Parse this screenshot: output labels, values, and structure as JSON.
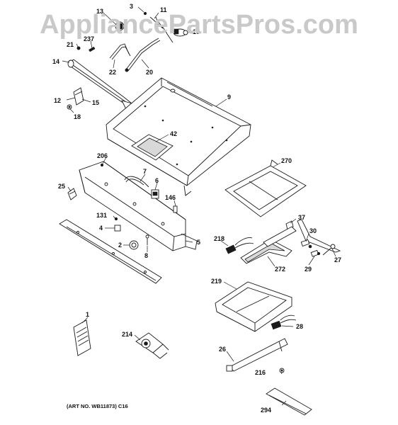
{
  "watermark": "AppliancePartsPros.com",
  "art_number": "(ART NO. WB11873) C16",
  "callouts": {
    "c3": "3",
    "c13": "13",
    "c11": "11",
    "c10": "10",
    "c21": "21",
    "c237": "237",
    "c14": "14",
    "c22": "22",
    "c20": "20",
    "c9": "9",
    "c12": "12",
    "c15": "15",
    "c18": "18",
    "c42": "42",
    "c206": "206",
    "c7": "7",
    "c6": "6",
    "c25": "25",
    "c146": "146",
    "c270": "270",
    "c131": "131",
    "c4": "4",
    "c37": "37",
    "c218": "218",
    "c30": "30",
    "c2": "2",
    "c8": "8",
    "c5": "5",
    "c27": "27",
    "c29": "29",
    "c272": "272",
    "c219": "219",
    "c1": "1",
    "c214": "214",
    "c28": "28",
    "c26": "26",
    "c216": "216",
    "c294": "294"
  }
}
